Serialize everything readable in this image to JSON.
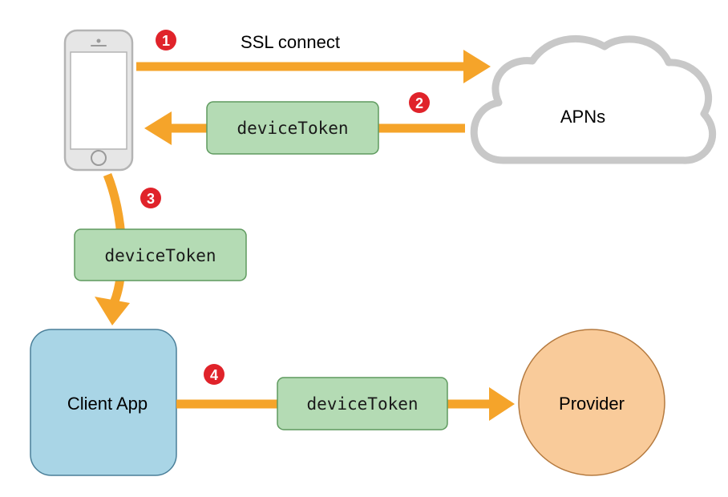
{
  "nodes": {
    "apns": "APNs",
    "client_app": "Client App",
    "provider": "Provider"
  },
  "steps": [
    {
      "number": "1",
      "label": "SSL connect"
    },
    {
      "number": "2",
      "token": "deviceToken"
    },
    {
      "number": "3",
      "token": "deviceToken"
    },
    {
      "number": "4",
      "token": "deviceToken"
    }
  ],
  "colors": {
    "arrow": "#f5a42a",
    "token_fill": "#b4dbb4",
    "token_stroke": "#5e9a5e",
    "client_fill": "#a9d5e6",
    "provider_fill": "#f9cb9a",
    "cloud_stroke": "#c8c8c8",
    "phone_fill": "#e6e6e6",
    "badge": "#e0232a"
  }
}
